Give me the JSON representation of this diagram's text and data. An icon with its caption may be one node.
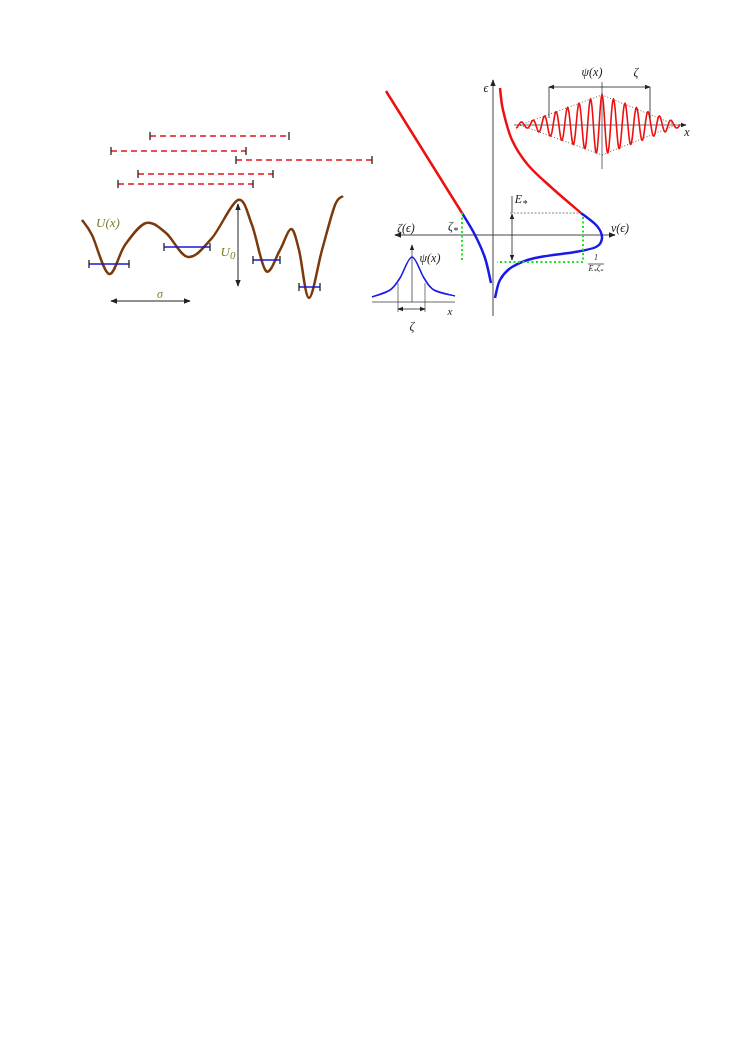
{
  "diagram": {
    "labels": [
      "U(x)",
      "U$_{0}$",
      "σ",
      "ϵ",
      "ψ(x)",
      "ζ",
      "x",
      "E$_{*}$",
      "ζ(ϵ)",
      "ζ$_{*}$",
      "ν(ϵ)",
      "1",
      "E$_{*}$ζ$_{*}$",
      "ψ(x)",
      "x",
      "ζ"
    ]
  }
}
